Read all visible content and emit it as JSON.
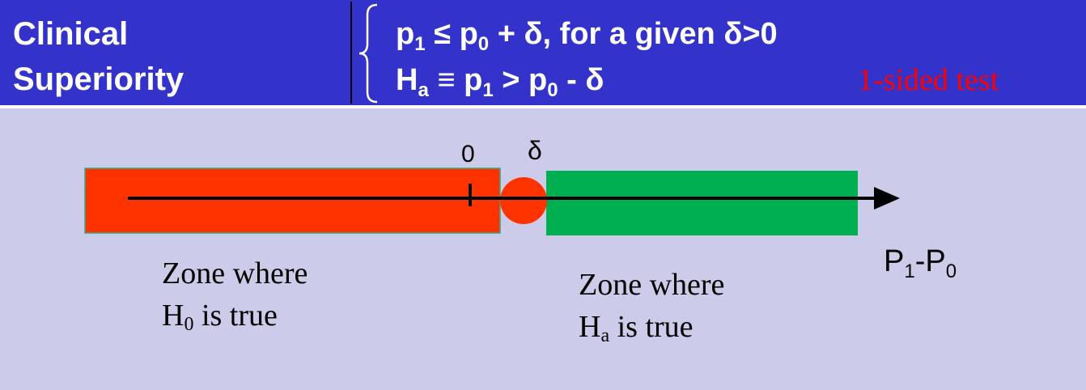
{
  "header": {
    "title_line1": "Clinical",
    "title_line2": "Superiority",
    "hypothesis_null": {
      "p1": "p",
      "p1_sub": "1",
      "rel": " ≤ ",
      "p0": "p",
      "p0_sub": "0",
      "rest": " + δ, for a given δ>0"
    },
    "hypothesis_alt": {
      "h": "H",
      "h_sub": "a",
      "equiv": " ≡ ",
      "p1": "p",
      "p1_sub": "1",
      "rel": " > ",
      "p0": "p",
      "p0_sub": "0",
      "rest": " - δ"
    },
    "test_label": "1-sided test"
  },
  "diagram": {
    "zero_label": "0",
    "delta_label": "δ",
    "axis_label": "P1-P0",
    "h0_zone": {
      "line1": "Zone where",
      "h": "H",
      "h_sub": "0",
      "rest": " is true"
    },
    "ha_zone": {
      "line1": "Zone where",
      "h": "H",
      "h_sub": "a",
      "rest": " is true"
    }
  },
  "colors": {
    "header_bg": "#3333cc",
    "panel_bg": "#ccccea",
    "null_zone": "#ff3300",
    "alt_zone": "#00b050",
    "delta_circle": "#ff3300",
    "test_label": "#ff0000"
  }
}
